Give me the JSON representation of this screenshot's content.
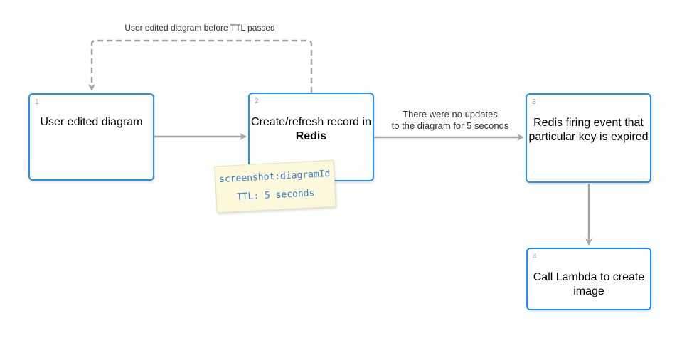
{
  "nodes": [
    {
      "num": "1",
      "text": "User edited diagram"
    },
    {
      "num": "2",
      "text": "Create/refresh record in",
      "bold": "Redis"
    },
    {
      "num": "3",
      "line1": "Redis firing event that",
      "line2": "particular key is expired"
    },
    {
      "num": "4",
      "line1": "Call Lambda to create",
      "line2": "image"
    }
  ],
  "edges": {
    "loop_label": "User edited diagram before TTL passed",
    "expire_label_line1": "There were no updates",
    "expire_label_line2": "to the diagram for 5 seconds"
  },
  "note": {
    "line1": "screenshot:diagramId",
    "line2": "TTL: 5 seconds"
  },
  "colors": {
    "node_border": "#1e90ff",
    "connector": "#a6a6a6",
    "note_background": "#fbf8dc",
    "note_text": "#3f7fd0"
  }
}
